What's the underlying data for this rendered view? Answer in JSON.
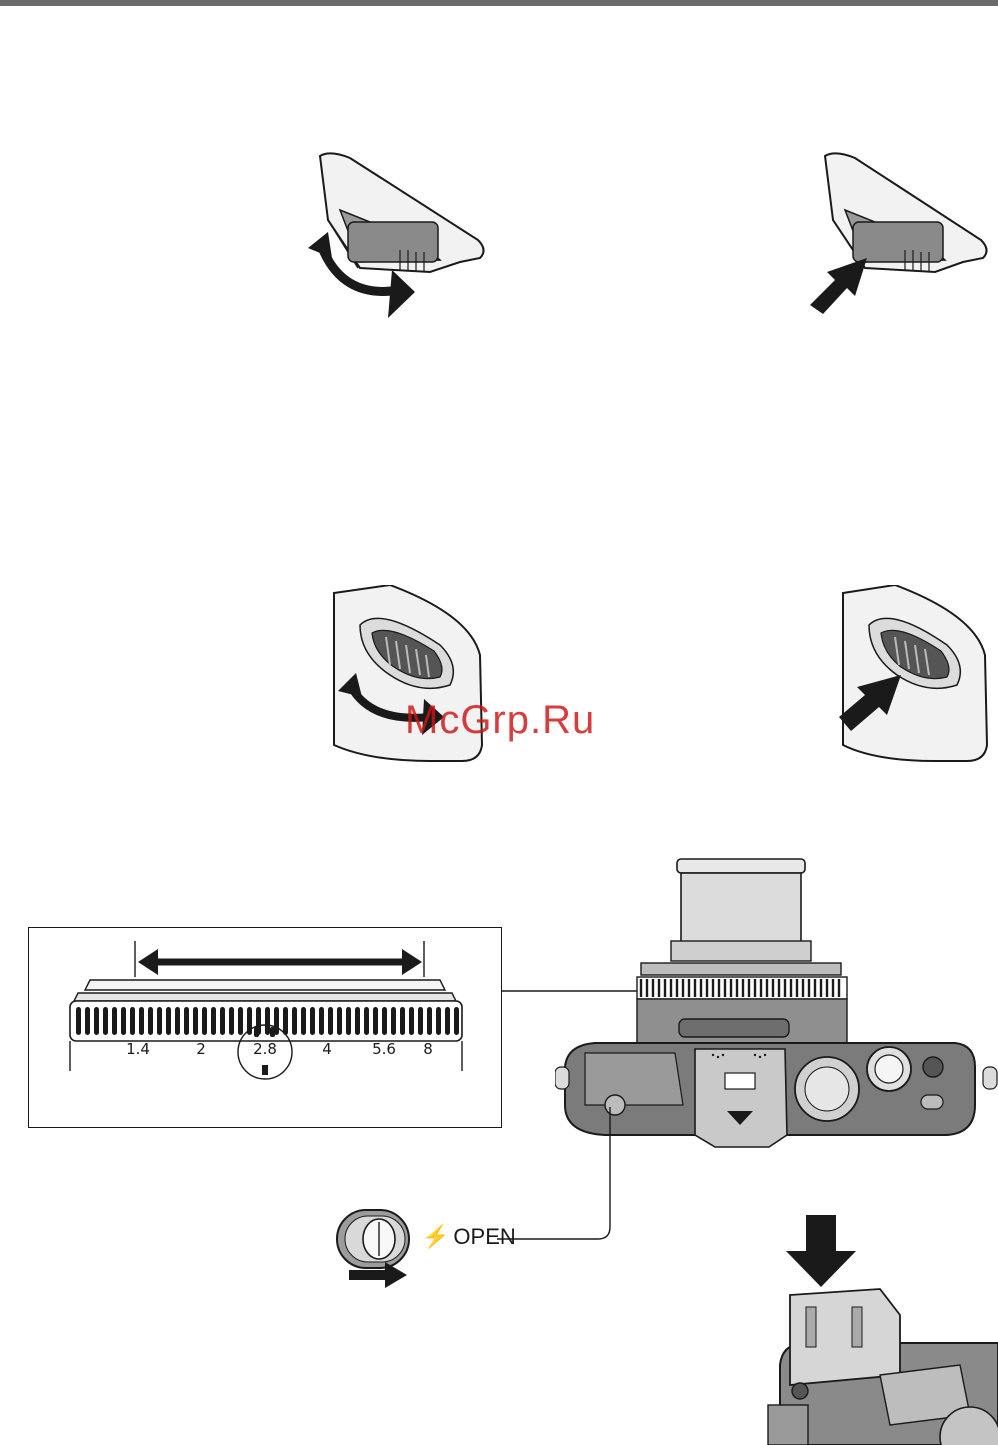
{
  "aperture_ring": {
    "scale": [
      "1.4",
      "2",
      "2.8",
      "4",
      "5.6",
      "8"
    ],
    "selected": "2.8"
  },
  "flash_switch": {
    "label": "OPEN"
  },
  "watermark": {
    "text": "McGrp.Ru"
  }
}
